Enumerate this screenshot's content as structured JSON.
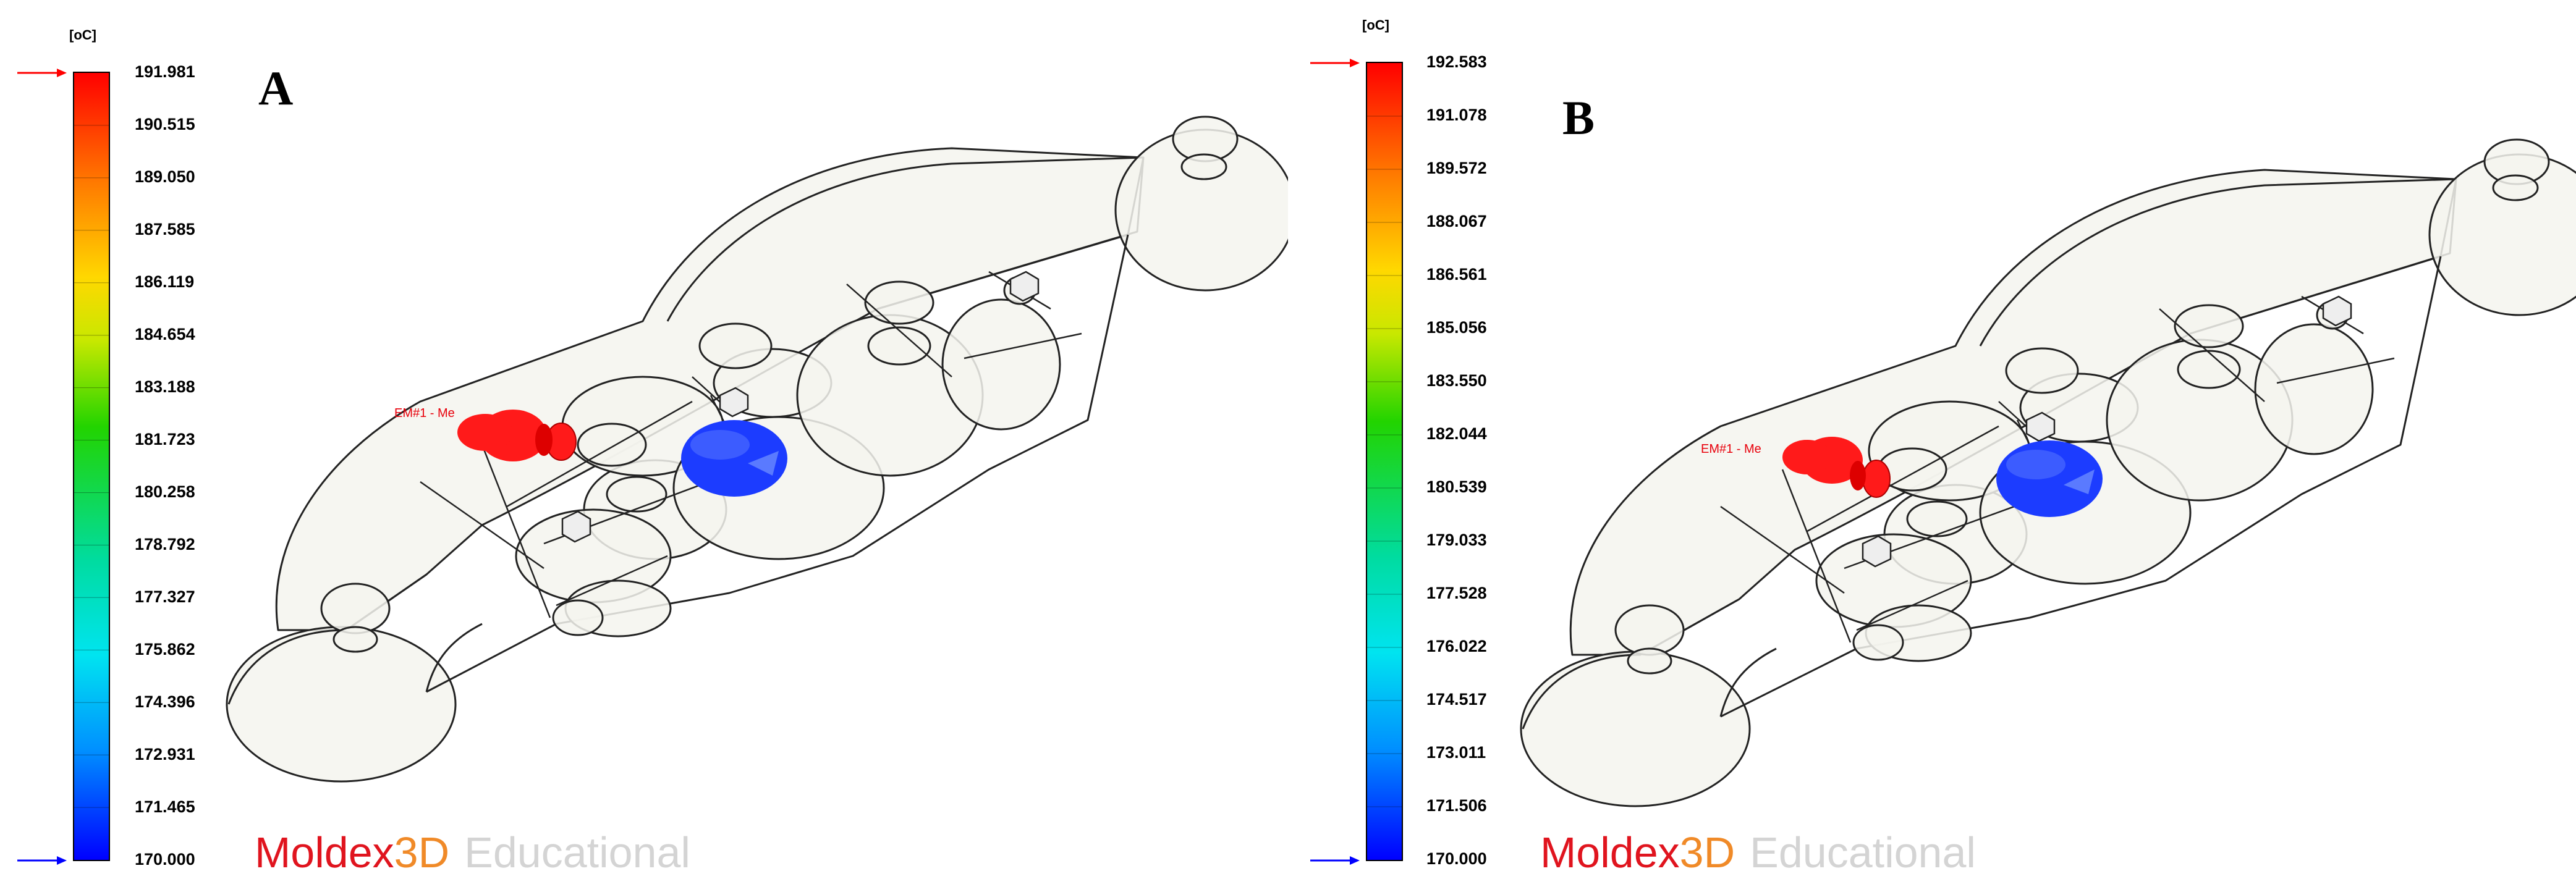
{
  "panels": [
    {
      "id": "A",
      "label": "A",
      "unit": "[oC]",
      "scale_ticks": [
        "191.981",
        "190.515",
        "189.050",
        "187.585",
        "186.119",
        "184.654",
        "183.188",
        "181.723",
        "180.258",
        "178.792",
        "177.327",
        "175.862",
        "174.396",
        "172.931",
        "171.465",
        "170.000"
      ],
      "gate_label": "EM#1 - Me",
      "logo": {
        "brand": "Moldex",
        "brand_suffix": "3D",
        "edition": "Educational"
      }
    },
    {
      "id": "B",
      "label": "B",
      "unit": "[oC]",
      "scale_ticks": [
        "192.583",
        "191.078",
        "189.572",
        "188.067",
        "186.561",
        "185.056",
        "183.550",
        "182.044",
        "180.539",
        "179.033",
        "177.528",
        "176.022",
        "174.517",
        "173.011",
        "171.506",
        "170.000"
      ],
      "gate_label": "EM#1 - Me",
      "logo": {
        "brand": "Moldex",
        "brand_suffix": "3D",
        "edition": "Educational"
      }
    }
  ],
  "colors": {
    "scale_top": "#ff0000",
    "scale_bottom": "#0000ff",
    "hot_part": "#ff1a1a",
    "cold_part": "#1c3cff",
    "arrow_max": "#ff0000",
    "arrow_min": "#0000ff",
    "part_fill": "#f4f4ef",
    "part_edge": "#222222"
  }
}
